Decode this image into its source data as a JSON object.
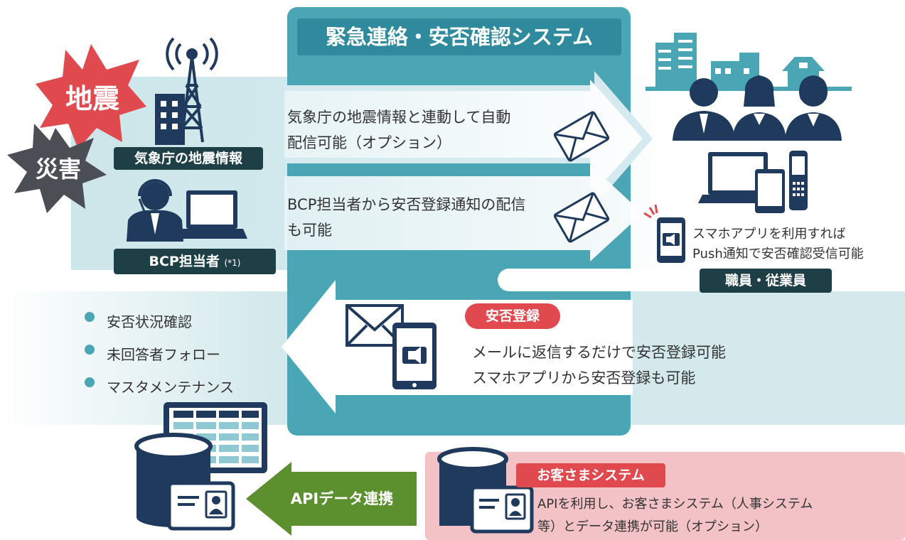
{
  "title": "緊急連絡・安否確認システム",
  "disaster": {
    "earthquake": "地震",
    "disaster": "災害"
  },
  "sources": {
    "jma_label": "気象庁の地震情報",
    "bcp_label": "BCP担当者",
    "bcp_note": "(*1)"
  },
  "flows": {
    "auto_line1": "気象庁の地震情報と連動して自動",
    "auto_line2": "配信可能（オプション）",
    "bcp_line1": "BCP担当者から安否登録通知の配信",
    "bcp_line2": "も可能"
  },
  "recipients": {
    "app_line1": "スマホアプリを利用すれば",
    "app_line2": "Push通知で安否確認受信可能",
    "label": "職員・従業員"
  },
  "response": {
    "badge": "安否登録",
    "line1": "メールに返信するだけで安否登録可能",
    "line2": "スマホアプリから安否登録も可能"
  },
  "admin_functions": [
    "安否状況確認",
    "未回答者フォロー",
    "マスタメンテナンス"
  ],
  "api": {
    "arrow_label": "APIデータ連携",
    "customer_badge": "お客さまシステム",
    "line1": "APIを利用し、お客さまシステム（人事システム",
    "line2": "等）とデータ連携が可能（オプション）"
  },
  "colors": {
    "navy": "#1f3a5c",
    "teal": "#4aa5b4",
    "teal_light": "#cfe8ec",
    "red": "#e04a4f",
    "green": "#5c8f2e",
    "pink": "#f2c2c6",
    "label_dark": "#1f3f46"
  }
}
